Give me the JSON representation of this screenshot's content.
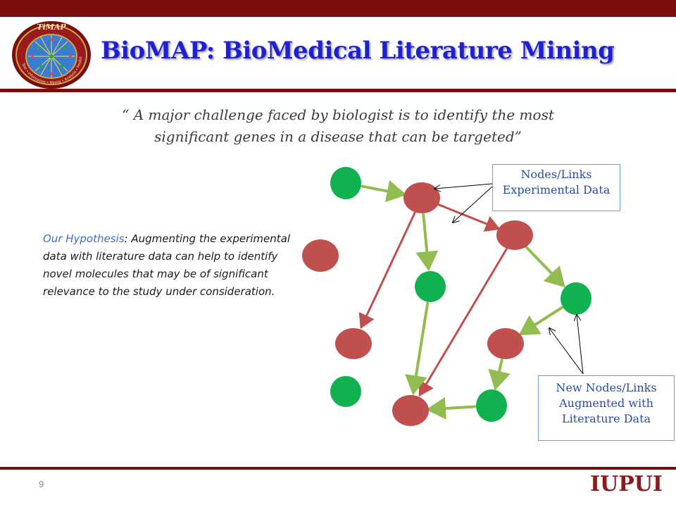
{
  "slide": {
    "title": "BioMAP: BioMedical Literature Mining",
    "quote_line1": "“ A major challenge faced by biologist is to identify the most",
    "quote_line2": "significant genes in a disease that can be targeted”",
    "hypothesis_label": "Our Hypothesis",
    "hypothesis_text": ": Augmenting  the experimental data with literature data can help to identify novel molecules that may be of significant relevance to the study under consideration.",
    "page_number": "9",
    "footer_logo_text": "IUPUI"
  },
  "logo": {
    "name": "TiMAP",
    "ring_text": "Text • Information • Mining • Analysis • Prediction",
    "icon": "timap-logo-icon"
  },
  "callouts": {
    "experimental": {
      "line1": "Nodes/Links",
      "line2": "Experimental Data"
    },
    "literature": {
      "line1": "New Nodes/Links",
      "line2": "Augmented with",
      "line3": "Literature Data"
    }
  },
  "network": {
    "node_types": {
      "experimental": "red",
      "literature": "green"
    },
    "nodes": [
      {
        "id": "g1",
        "type": "literature"
      },
      {
        "id": "r1",
        "type": "experimental"
      },
      {
        "id": "r2",
        "type": "experimental"
      },
      {
        "id": "r3",
        "type": "experimental"
      },
      {
        "id": "g2",
        "type": "literature"
      },
      {
        "id": "g3",
        "type": "literature"
      },
      {
        "id": "r4",
        "type": "experimental"
      },
      {
        "id": "r5",
        "type": "experimental"
      },
      {
        "id": "g4",
        "type": "literature"
      },
      {
        "id": "r6",
        "type": "experimental"
      },
      {
        "id": "g5",
        "type": "literature"
      }
    ],
    "edges": [
      {
        "from": "g1",
        "to": "r1",
        "type": "literature"
      },
      {
        "from": "r1",
        "to": "r3",
        "type": "experimental"
      },
      {
        "from": "r1",
        "to": "r4",
        "type": "experimental"
      },
      {
        "from": "r1",
        "to": "g2",
        "type": "literature"
      },
      {
        "from": "r3",
        "to": "g3",
        "type": "literature"
      },
      {
        "from": "r3",
        "to": "r6",
        "type": "experimental"
      },
      {
        "from": "g2",
        "to": "r6",
        "type": "literature"
      },
      {
        "from": "g3",
        "to": "r5",
        "type": "literature"
      },
      {
        "from": "r5",
        "to": "g5",
        "type": "literature"
      },
      {
        "from": "g5",
        "to": "r6",
        "type": "literature"
      }
    ]
  },
  "colors": {
    "brand": "#7b0d0d",
    "title": "#1f1fd6",
    "node_red": "#c0504d",
    "node_green": "#11b14f",
    "edge_red": "#c0504d",
    "edge_green": "#92bb50",
    "callout_text": "#2a4e9e"
  }
}
